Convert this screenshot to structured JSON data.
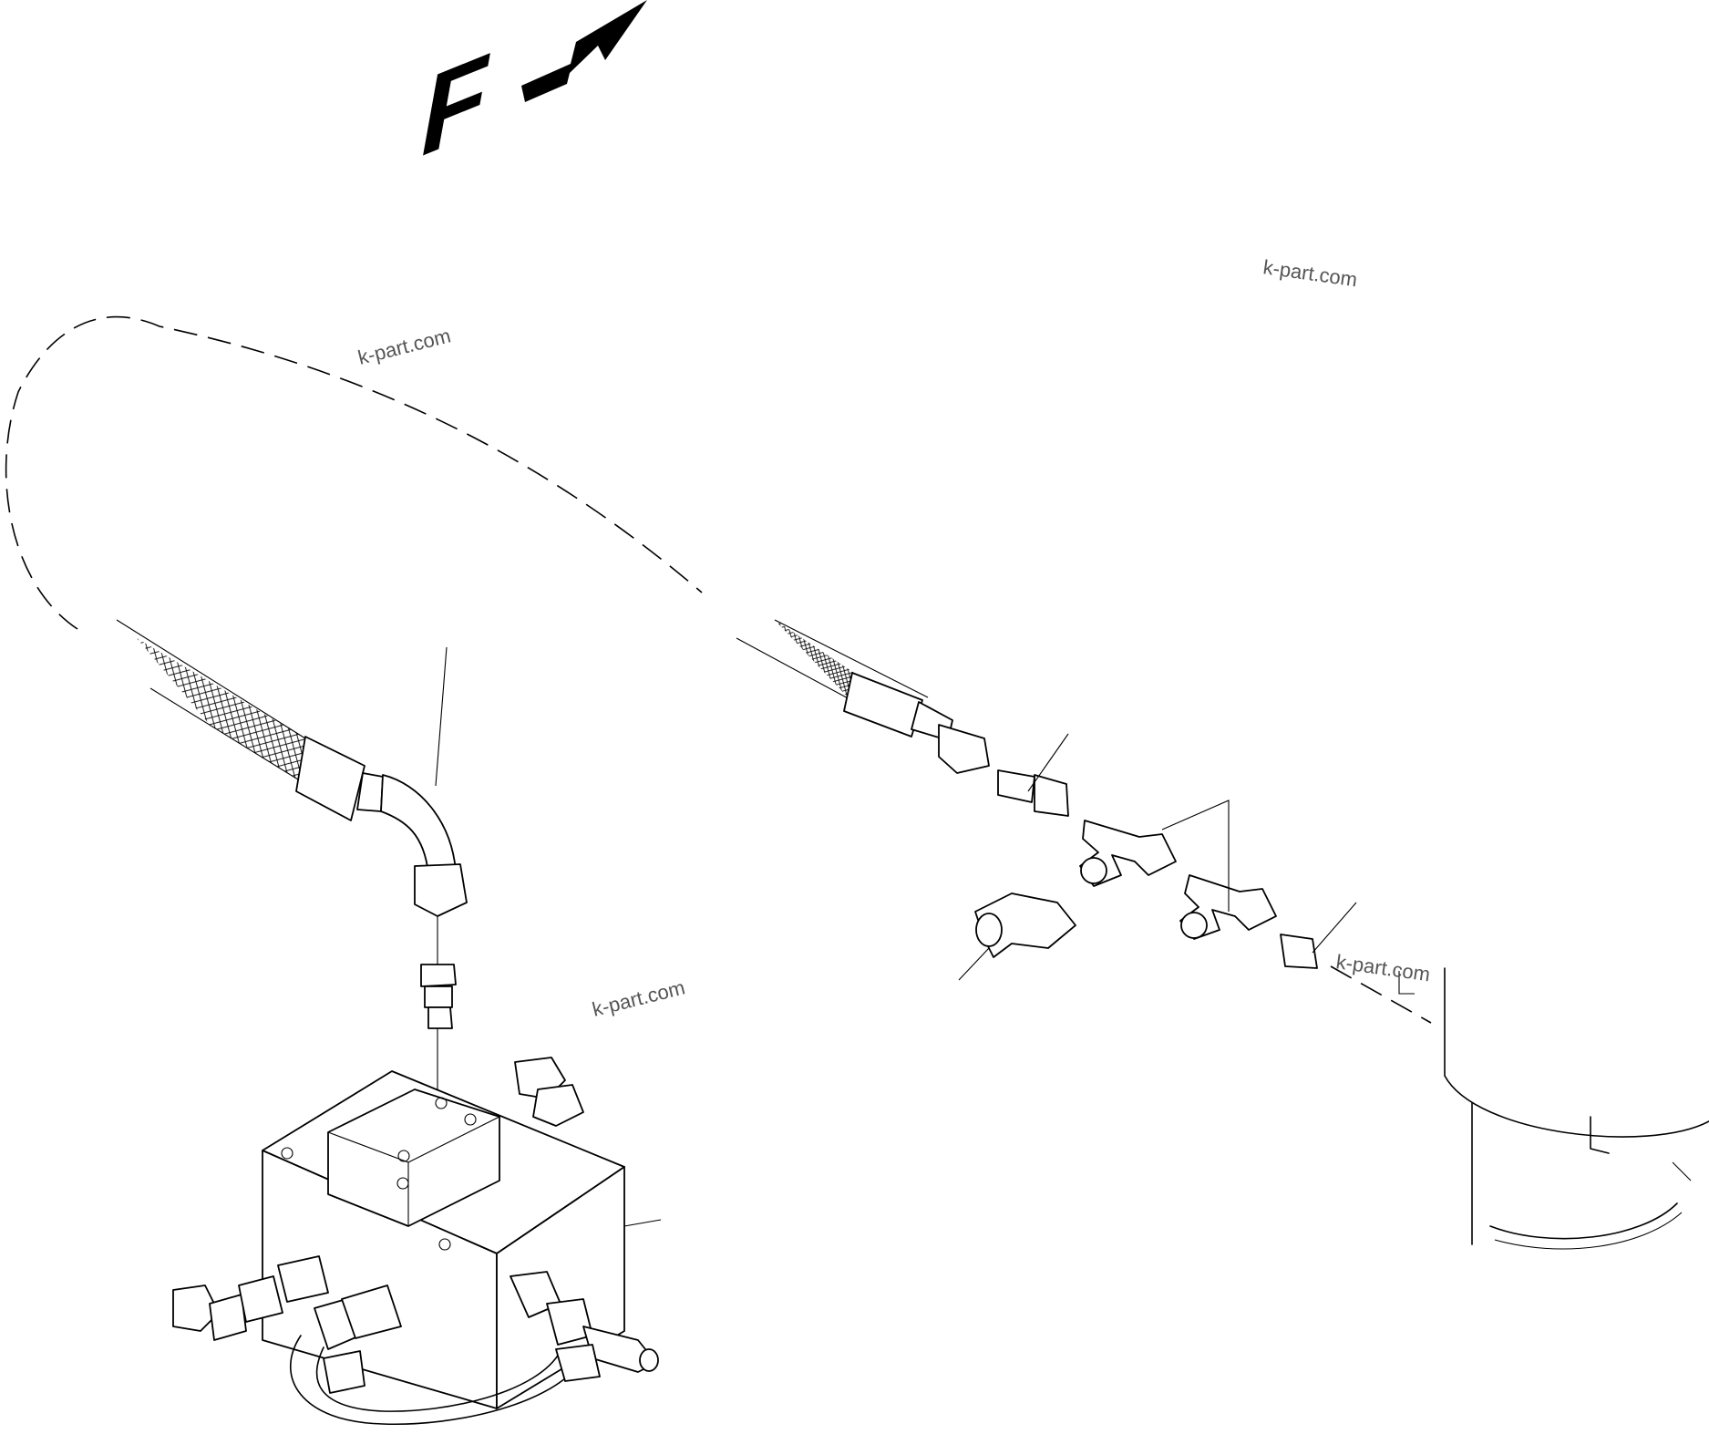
{
  "direction": {
    "label": "F",
    "arrow_icon": "forward-arrow-icon"
  },
  "watermarks": [
    "k-part.com",
    "k-part.com",
    "k-part.com",
    "k-part.com"
  ],
  "colors": {
    "line": "#000000",
    "background": "#ffffff",
    "watermark": "#555555"
  }
}
